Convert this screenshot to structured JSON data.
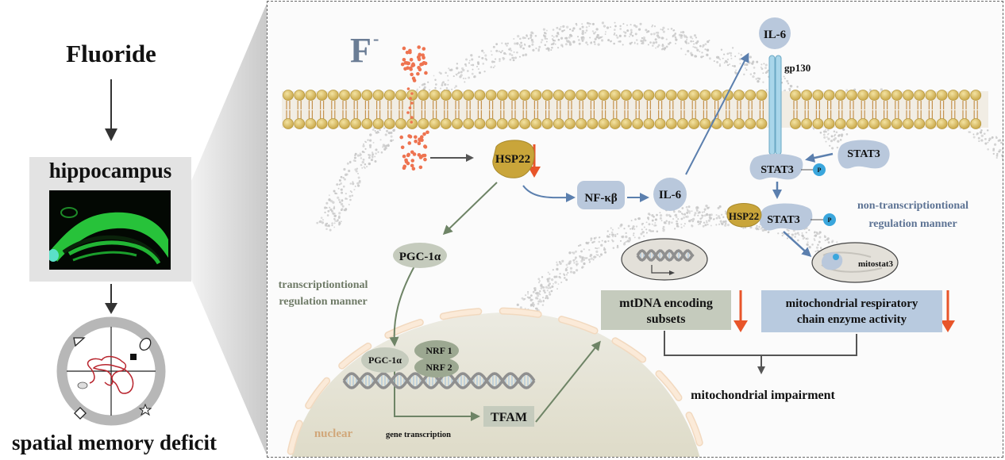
{
  "left_panel": {
    "fluoride_label": "Fluoride",
    "hippocampus_label": "hippocampus",
    "outcome_label": "spatial memory deficit"
  },
  "pathway": {
    "fluoride_ion": "F",
    "fluoride_charge": "-",
    "hsp22_main": "HSP22",
    "nfkb": "NF-κβ",
    "il6_mid": "IL-6",
    "il6_top": "IL-6",
    "gp130": "gp130",
    "stat3_free": "STAT3",
    "stat3_bound": "STAT3",
    "stat3_complex": "STAT3",
    "phospho_1": "P",
    "phospho_2": "P",
    "hsp22_complex": "HSP22",
    "non_transcriptional_line1": "non-transcriptiontional",
    "non_transcriptional_line2": "regulation manner",
    "mitostat3": "mitostat3",
    "pgc1a": "PGC-1α",
    "transcriptional_line1": "transcriptiontional",
    "transcriptional_line2": "regulation manner",
    "nucleus_pgc1a": "PGC-1α",
    "nrf1": "NRF 1",
    "nrf2": "NRF 2",
    "gene_transcription": "gene transcription",
    "tfam": "TFAM",
    "nuclear": "nuclear",
    "mtdna_line1": "mtDNA encoding",
    "mtdna_line2": "subsets",
    "resp_line1": "mitochondrial respiratory",
    "resp_line2": "chain enzyme activity",
    "impairment": "mitochondrial impairment"
  },
  "colors": {
    "down_arrow": "#e8552a",
    "fluoride_dots": "#ee7350",
    "hsp22": "#c9a53a",
    "blue_protein": "#b9c8dc",
    "blue_arrow": "#5b7fae",
    "green_arrow": "#6e8466",
    "green_box": "#c5cbbd",
    "blue_box": "#b8cadf",
    "phospho": "#3aa6dc",
    "membrane_head": "#d5b85c",
    "nuclear_text": "#d1a77a",
    "non_trans_text": "#5d7394",
    "trans_text": "#6e7a66"
  }
}
